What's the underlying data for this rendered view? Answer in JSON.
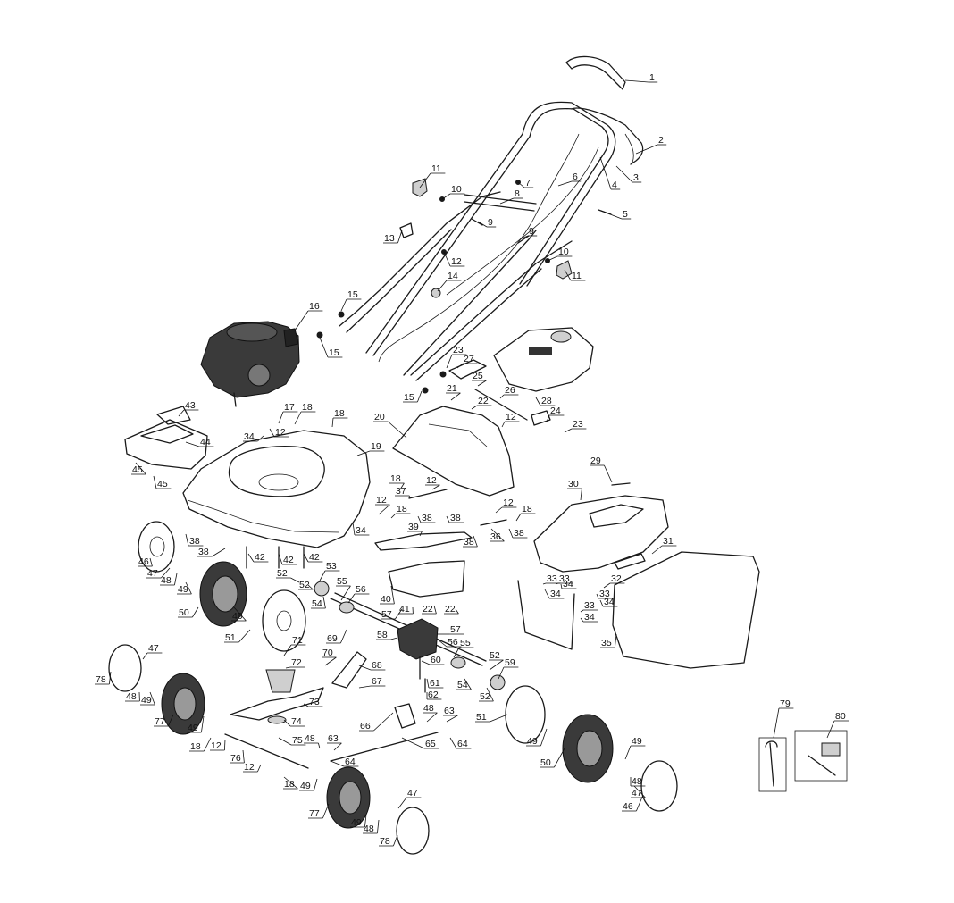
{
  "callouts": [
    {
      "n": "1"
    },
    {
      "n": "2"
    },
    {
      "n": "3"
    },
    {
      "n": "4"
    },
    {
      "n": "5"
    },
    {
      "n": "6"
    },
    {
      "n": "7"
    },
    {
      "n": "8"
    },
    {
      "n": "9"
    },
    {
      "n": "9"
    },
    {
      "n": "10"
    },
    {
      "n": "10"
    },
    {
      "n": "11"
    },
    {
      "n": "11"
    },
    {
      "n": "12"
    },
    {
      "n": "13"
    },
    {
      "n": "14"
    },
    {
      "n": "15"
    },
    {
      "n": "15"
    },
    {
      "n": "15"
    },
    {
      "n": "16"
    },
    {
      "n": "17"
    },
    {
      "n": "18"
    },
    {
      "n": "18"
    },
    {
      "n": "12"
    },
    {
      "n": "34"
    },
    {
      "n": "43"
    },
    {
      "n": "44"
    },
    {
      "n": "45"
    },
    {
      "n": "45"
    },
    {
      "n": "19"
    },
    {
      "n": "20"
    },
    {
      "n": "21"
    },
    {
      "n": "22"
    },
    {
      "n": "23"
    },
    {
      "n": "27"
    },
    {
      "n": "25"
    },
    {
      "n": "26"
    },
    {
      "n": "12"
    },
    {
      "n": "24"
    },
    {
      "n": "23"
    },
    {
      "n": "28"
    },
    {
      "n": "29"
    },
    {
      "n": "30"
    },
    {
      "n": "31"
    },
    {
      "n": "32"
    },
    {
      "n": "33"
    },
    {
      "n": "33"
    },
    {
      "n": "33"
    },
    {
      "n": "34"
    },
    {
      "n": "34"
    },
    {
      "n": "34"
    },
    {
      "n": "33"
    },
    {
      "n": "34"
    },
    {
      "n": "35"
    },
    {
      "n": "18"
    },
    {
      "n": "37"
    },
    {
      "n": "12"
    },
    {
      "n": "12"
    },
    {
      "n": "18"
    },
    {
      "n": "38"
    },
    {
      "n": "38"
    },
    {
      "n": "12"
    },
    {
      "n": "18"
    },
    {
      "n": "36"
    },
    {
      "n": "38"
    },
    {
      "n": "38"
    },
    {
      "n": "39"
    },
    {
      "n": "34"
    },
    {
      "n": "38"
    },
    {
      "n": "38"
    },
    {
      "n": "42"
    },
    {
      "n": "42"
    },
    {
      "n": "42"
    },
    {
      "n": "46"
    },
    {
      "n": "47"
    },
    {
      "n": "48"
    },
    {
      "n": "49"
    },
    {
      "n": "50"
    },
    {
      "n": "49"
    },
    {
      "n": "51"
    },
    {
      "n": "52"
    },
    {
      "n": "53"
    },
    {
      "n": "52"
    },
    {
      "n": "54"
    },
    {
      "n": "55"
    },
    {
      "n": "56"
    },
    {
      "n": "40"
    },
    {
      "n": "57"
    },
    {
      "n": "41"
    },
    {
      "n": "22"
    },
    {
      "n": "22"
    },
    {
      "n": "69"
    },
    {
      "n": "58"
    },
    {
      "n": "57"
    },
    {
      "n": "56"
    },
    {
      "n": "55"
    },
    {
      "n": "60"
    },
    {
      "n": "52"
    },
    {
      "n": "59"
    },
    {
      "n": "54"
    },
    {
      "n": "52"
    },
    {
      "n": "61"
    },
    {
      "n": "62"
    },
    {
      "n": "71"
    },
    {
      "n": "70"
    },
    {
      "n": "72"
    },
    {
      "n": "68"
    },
    {
      "n": "67"
    },
    {
      "n": "73"
    },
    {
      "n": "74"
    },
    {
      "n": "66"
    },
    {
      "n": "48"
    },
    {
      "n": "63"
    },
    {
      "n": "64"
    },
    {
      "n": "65"
    },
    {
      "n": "51"
    },
    {
      "n": "49"
    },
    {
      "n": "50"
    },
    {
      "n": "49"
    },
    {
      "n": "48"
    },
    {
      "n": "47"
    },
    {
      "n": "46"
    },
    {
      "n": "78"
    },
    {
      "n": "47"
    },
    {
      "n": "48"
    },
    {
      "n": "49"
    },
    {
      "n": "77"
    },
    {
      "n": "49"
    },
    {
      "n": "18"
    },
    {
      "n": "12"
    },
    {
      "n": "75"
    },
    {
      "n": "48"
    },
    {
      "n": "63"
    },
    {
      "n": "64"
    },
    {
      "n": "76"
    },
    {
      "n": "12"
    },
    {
      "n": "18"
    },
    {
      "n": "49"
    },
    {
      "n": "77"
    },
    {
      "n": "49"
    },
    {
      "n": "48"
    },
    {
      "n": "47"
    },
    {
      "n": "78"
    },
    {
      "n": "79"
    },
    {
      "n": "80"
    }
  ]
}
